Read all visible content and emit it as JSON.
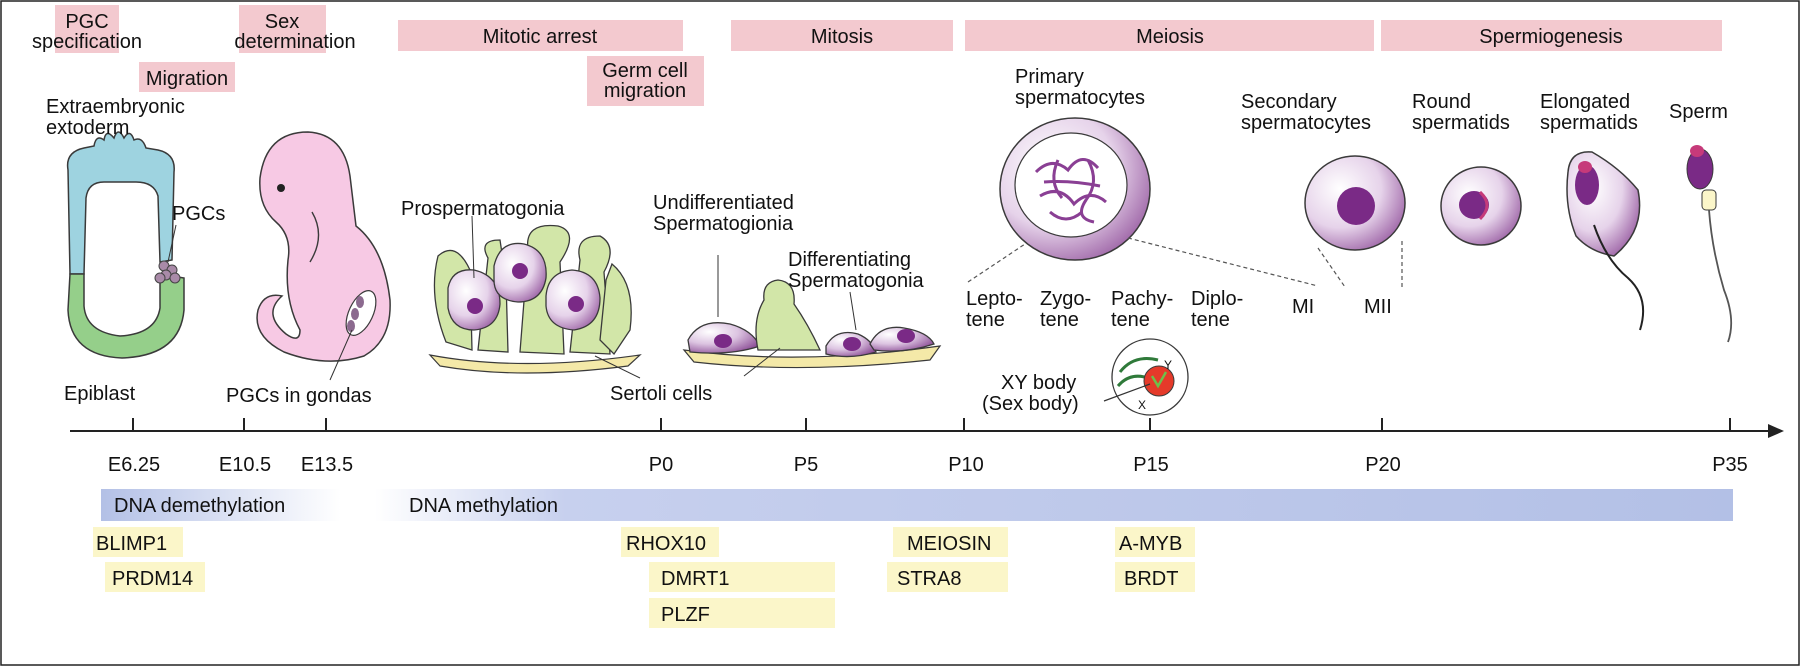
{
  "stages": {
    "pgc_spec_1": "PGC",
    "pgc_spec_2": "specification",
    "migration": "Migration",
    "sex_det_1": "Sex",
    "sex_det_2": "determination",
    "mitotic_arrest": "Mitotic arrest",
    "germ_mig_1": "Germ cell",
    "germ_mig_2": "migration",
    "mitosis": "Mitosis",
    "meiosis": "Meiosis",
    "spermiogenesis": "Spermiogenesis"
  },
  "labels": {
    "extra_1": "Extraembryonic",
    "extra_2": "extoderm",
    "pgcs": "PGCs",
    "epiblast": "Epiblast",
    "pgcs_gonads": "PGCs in gondas",
    "prosperm": "Prospermatogonia",
    "sertoli": "Sertoli cells",
    "undiff_1": "Undifferentiated",
    "undiff_2": "Spermatogionia",
    "diff_1": "Differentiating",
    "diff_2": "Spermatogonia",
    "primary_1": "Primary",
    "primary_2": "spermatocytes",
    "lepto_1": "Lepto-",
    "lepto_2": "tene",
    "zygo_1": "Zygo-",
    "zygo_2": "tene",
    "pachy_1": "Pachy-",
    "pachy_2": "tene",
    "diplo_1": "Diplo-",
    "diplo_2": "tene",
    "xy_1": "XY body",
    "xy_2": "(Sex body)",
    "x": "X",
    "y": "Y",
    "secondary_1": "Secondary",
    "secondary_2": "spermatocytes",
    "mi": "MI",
    "mii": "MII",
    "round_1": "Round",
    "round_2": "spermatids",
    "elong_1": "Elongated",
    "elong_2": "spermatids",
    "sperm": "Sperm"
  },
  "timeline": {
    "e625": "E6.25",
    "e105": "E10.5",
    "e135": "E13.5",
    "p0": "P0",
    "p5": "P5",
    "p10": "P10",
    "p15": "P15",
    "p20": "P20",
    "p35": "P35"
  },
  "methylation": {
    "demethylation": "DNA demethylation",
    "methylation": "DNA methylation"
  },
  "genes": {
    "blimp1": "BLIMP1",
    "prdm14": "PRDM14",
    "rhox10": "RHOX10",
    "dmrt1": "DMRT1",
    "plzf": "PLZF",
    "meiosin": "MEIOSIN",
    "stra8": "STRA8",
    "amyb": "A-MYB",
    "brdt": "BRDT"
  },
  "colors": {
    "stage_box": "#f3c9cf",
    "gene_box": "#fbf6c9",
    "methylation_bar": "#b5c2e6",
    "cell_purple": "#8a3f94",
    "nucleus_purple": "#7a2a86",
    "sertoli_green": "#d2e6a8",
    "embryo_pink": "#f7c9e4",
    "ectoderm_blue": "#9ed3e0",
    "epiblast_green": "#95cf8a"
  }
}
